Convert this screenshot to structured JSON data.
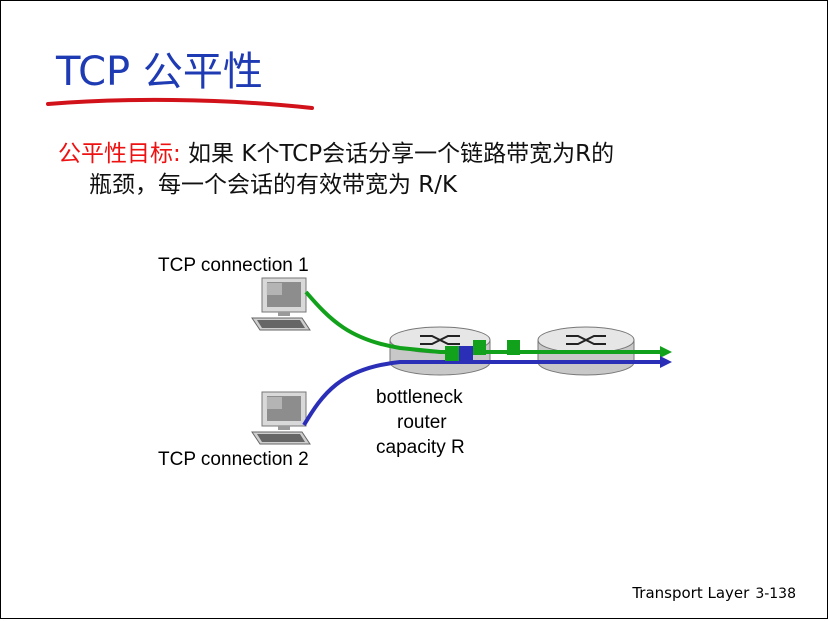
{
  "slide": {
    "title": "TCP 公平性",
    "bullet_lead": "公平性目标:",
    "bullet_line1": " 如果 K个TCP会话分享一个链路带宽为R的",
    "bullet_line2": "瓶颈，每一个会话的有效带宽为 R/K"
  },
  "diagram": {
    "connection1_label": "TCP connection 1",
    "connection2_label": "TCP connection 2",
    "router_label_line1": "bottleneck",
    "router_label_line2": "router",
    "router_label_line3": "capacity R",
    "colors": {
      "title": "#1f3bb4",
      "lead": "#e11111",
      "underline": "#d2121a",
      "green": "#12a11a",
      "blue": "#2b2fb8"
    }
  },
  "footer": {
    "chapter": "Transport Layer",
    "page": "3-138"
  }
}
